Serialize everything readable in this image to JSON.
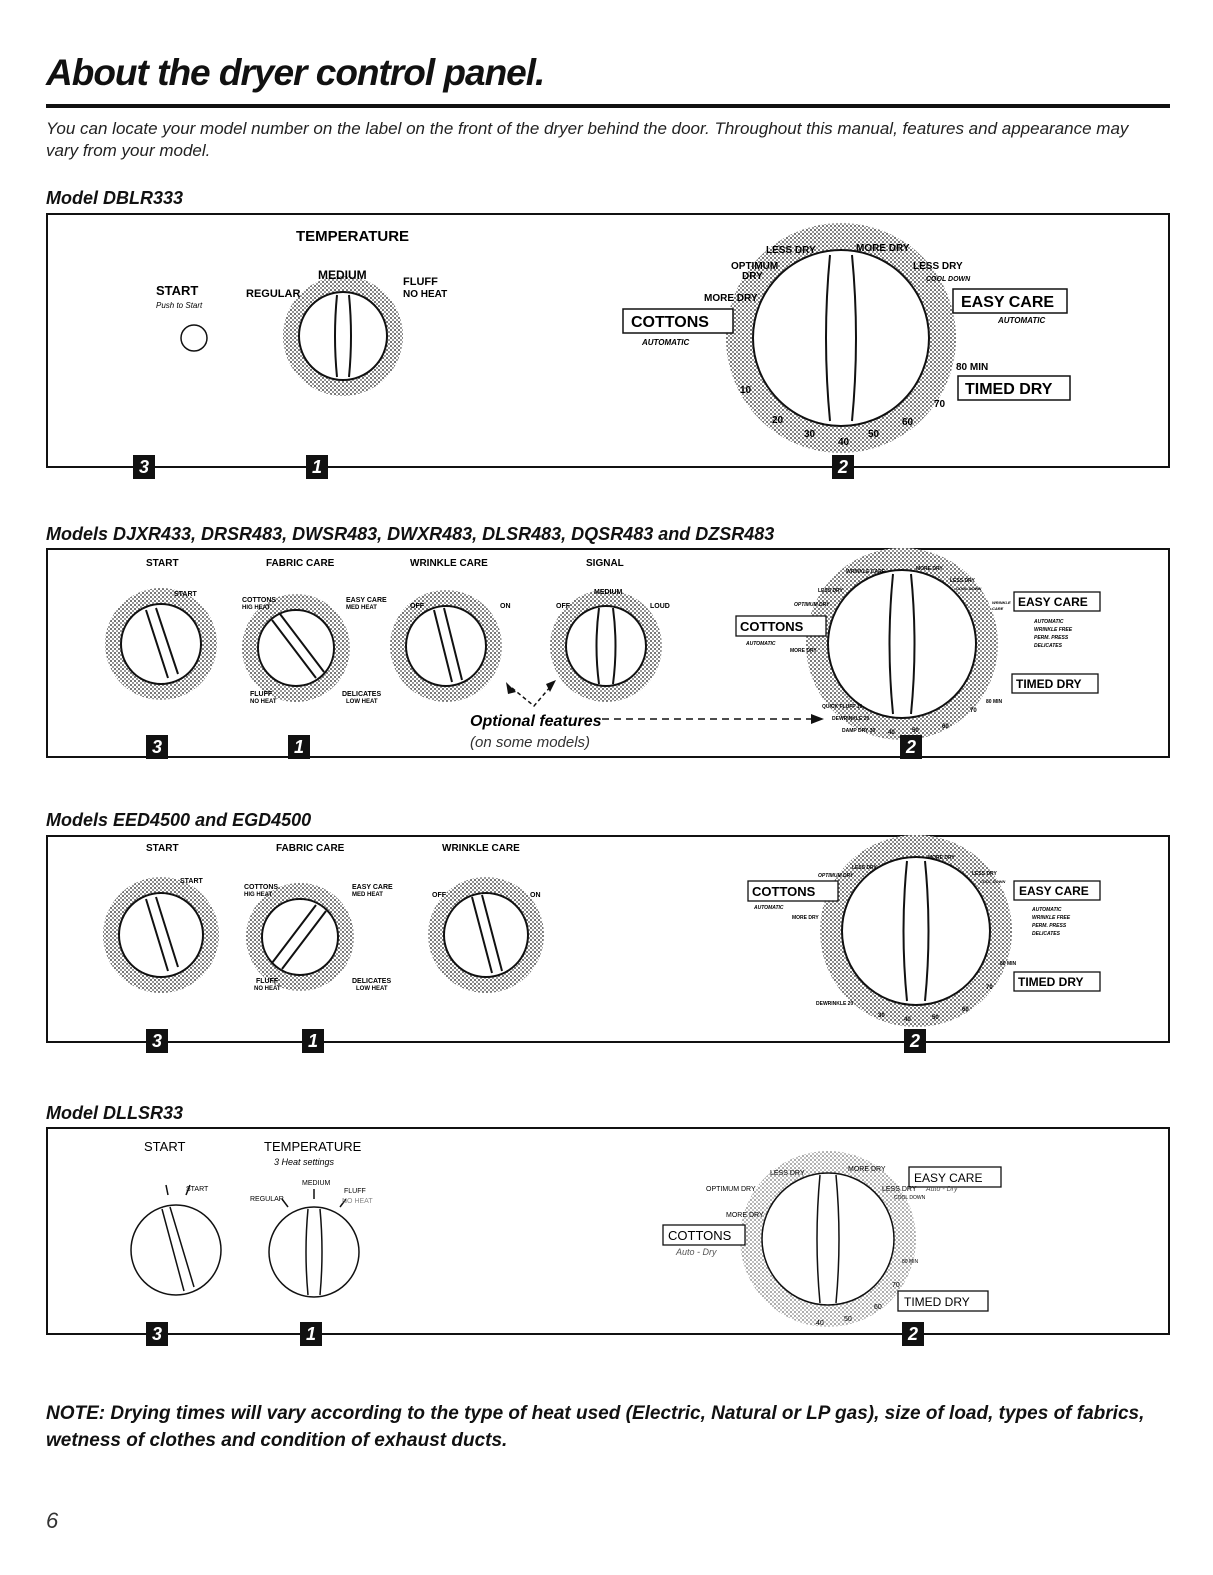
{
  "page": {
    "title": "About the dryer control panel.",
    "intro": "You can locate your model number on the label on the front of the dryer behind the door. Throughout this manual, features and appearance may vary from your model.",
    "note": "NOTE: Drying times will vary according to the type of heat used (Electric, Natural or LP gas), size of load, types of fabrics, wetness of clothes and condition of exhaust ducts.",
    "page_number": "6"
  },
  "panel1": {
    "heading": "Model DBLR333",
    "temperature_label": "TEMPERATURE",
    "start_label": "START",
    "start_sub": "Push to Start",
    "temp_medium": "MEDIUM",
    "temp_regular": "REGULAR",
    "temp_fluff": "FLUFF",
    "temp_noheat": "NO HEAT",
    "less_dry_left": "LESS DRY",
    "more_dry_top": "MORE DRY",
    "optimum": "OPTIMUM",
    "dry": "DRY",
    "less_dry_right": "LESS DRY",
    "cool_down": "COOL DOWN",
    "more_dry_left": "MORE DRY",
    "cottons": "COTTONS",
    "automatic_left": "AUTOMATIC",
    "easy_care": "EASY CARE",
    "automatic_right": "AUTOMATIC",
    "min80": "80 MIN",
    "timed_dry": "TIMED DRY",
    "t10": "10",
    "t20": "20",
    "t30": "30",
    "t40": "40",
    "t50": "50",
    "t60": "60",
    "t70": "70",
    "callout_3": "3",
    "callout_1": "1",
    "callout_2": "2"
  },
  "panel2": {
    "heading": "Models DJXR433, DRSR483, DWSR483, DWXR483, DLSR483, DQSR483 and DZSR483",
    "start_label": "START",
    "fabric_care_label": "FABRIC CARE",
    "wrinkle_care_label": "WRINKLE CARE",
    "signal_label": "SIGNAL",
    "start_small": "START",
    "cottons_small": "COTTONS",
    "hig_heat": "HIG HEAT",
    "easy_care_small": "EASY CARE",
    "med_heat": "MED HEAT",
    "fluff_small": "FLUFF",
    "no_heat_small": "NO HEAT",
    "delicates_small": "DELICATES",
    "low_heat": "LOW HEAT",
    "off": "OFF",
    "on": "ON",
    "off2": "OFF",
    "medium": "MEDIUM",
    "loud": "LOUD",
    "optional": "Optional features",
    "on_some": "(on some models)",
    "wrinkle_care_arc": "WRINKLE CARE",
    "more_dry_top": "MORE DRY",
    "less_dry_r": "LESS DRY",
    "cool_down": "COOL DOWN",
    "less_dry_l": "LESS DRY",
    "optimum_dry": "OPTIMUM DRY",
    "cottons": "COTTONS",
    "automatic": "AUTOMATIC",
    "more_dry_l": "MORE DRY",
    "easy_care": "EASY CARE",
    "wrinkle_r": "WRINKLE",
    "care_r": "CARE",
    "automatic_r": "AUTOMATIC",
    "wrinkle_free": "WRINKLE FREE",
    "perm_press": "PERM. PRESS",
    "delicates": "DELICATES",
    "timed_dry": "TIMED DRY",
    "min80": "80 MIN",
    "quick_fluff": "QUICK FLUFF 10",
    "dewrinkle": "DEWRINKLE 20",
    "damp_dry": "DAMP DRY 30",
    "t40": "40",
    "t50": "50",
    "t60": "60",
    "t70": "70",
    "callout_3": "3",
    "callout_1": "1",
    "callout_2": "2"
  },
  "panel3": {
    "heading": "Models EED4500 and EGD4500",
    "start_label": "START",
    "fabric_care_label": "FABRIC CARE",
    "wrinkle_care_label": "WRINKLE CARE",
    "start_small": "START",
    "cottons_small": "COTTONS",
    "hig_heat": "HIG HEAT",
    "easy_care_small": "EASY CARE",
    "med_heat": "MED HEAT",
    "fluff_small": "FLUFF",
    "no_heat_small": "NO HEAT",
    "delicates_small": "DELICATES",
    "low_heat": "LOW HEAT",
    "off": "OFF",
    "on": "ON",
    "more_dry_top": "MORE DRY",
    "less_dry_l": "LESS DRY",
    "optimum_dry": "OPTIMUM DRY",
    "less_dry_r": "LESS DRY",
    "cool_down": "COOL DOWN",
    "cottons": "COTTONS",
    "automatic": "AUTOMATIC",
    "more_dry_l": "MORE DRY",
    "easy_care": "EASY CARE",
    "automatic_r": "AUTOMATIC",
    "wrinkle_free": "WRINKLE FREE",
    "perm_press": "PERM. PRESS",
    "delicates": "DELICATES",
    "min80": "80 MIN",
    "timed_dry": "TIMED DRY",
    "dewrinkle": "DEWRINKLE 20",
    "t30": "30",
    "t40": "40",
    "t50": "50",
    "t60": "60",
    "t70": "70",
    "callout_3": "3",
    "callout_1": "1",
    "callout_2": "2"
  },
  "panel4": {
    "heading": "Model DLLSR33",
    "start_label": "START",
    "temperature_label": "TEMPERATURE",
    "heat_settings": "3 Heat settings",
    "start_small": "START",
    "medium": "MEDIUM",
    "regular": "REGULAR",
    "fluff": "FLUFF",
    "no_heat": "NO HEAT",
    "less_dry_l": "LESS DRY",
    "more_dry_top": "MORE DRY",
    "easy_care": "EASY CARE",
    "optimum_dry": "OPTIMUM DRY",
    "less_dry_r": "LESS DRY",
    "auto_dry_r": "Auto - Dry",
    "cool_down": "COOL DOWN",
    "more_dry_l": "MORE DRY",
    "cottons": "COTTONS",
    "auto_dry_l": "Auto - Dry",
    "min80": "80 MIN",
    "t70": "70",
    "t60": "60",
    "t50": "50",
    "t40": "40",
    "timed_dry": "TIMED DRY",
    "callout_3": "3",
    "callout_1": "1",
    "callout_2": "2"
  }
}
